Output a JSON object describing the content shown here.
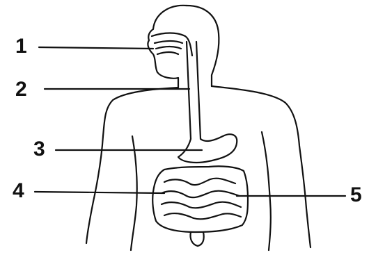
{
  "labels": [
    {
      "id": "1",
      "text": "1"
    },
    {
      "id": "2",
      "text": "2"
    },
    {
      "id": "3",
      "text": "3"
    },
    {
      "id": "4",
      "text": "4"
    },
    {
      "id": "5",
      "text": "5"
    }
  ],
  "colors": {
    "ink": "#111111",
    "background": "#ffffff"
  }
}
